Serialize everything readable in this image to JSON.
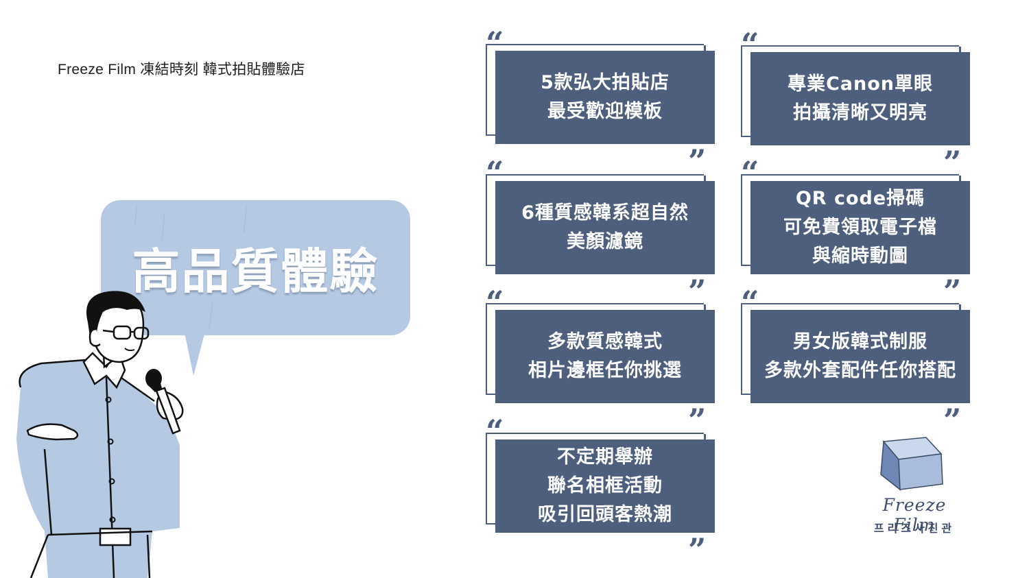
{
  "header": {
    "title": "Freeze Film 凍結時刻 韓式拍貼體驗店"
  },
  "bubble": {
    "text": "高品質體驗",
    "color": "#b5c9e3"
  },
  "theme": {
    "card_color": "#4e5f7e"
  },
  "cards": [
    {
      "lines": [
        "5款弘大拍貼店",
        "最受歡迎模板"
      ]
    },
    {
      "lines": [
        "專業Canon單眼",
        "拍攝清晰又明亮"
      ]
    },
    {
      "lines": [
        "6種質感韓系超自然",
        "美顏濾鏡"
      ]
    },
    {
      "lines": [
        "QR code掃碼",
        "可免費領取電子檔",
        "與縮時動圖"
      ]
    },
    {
      "lines": [
        "多款質感韓式",
        "相片邊框任你挑選"
      ]
    },
    {
      "lines": [
        "男女版韓式制服",
        "多款外套配件任你搭配"
      ]
    },
    {
      "lines": [
        "不定期舉辦",
        "聯名相框活動",
        "吸引回頭客熱潮"
      ]
    }
  ],
  "logo": {
    "wordmark": "Freeze Film",
    "subtitle": "프리즈사진관"
  }
}
